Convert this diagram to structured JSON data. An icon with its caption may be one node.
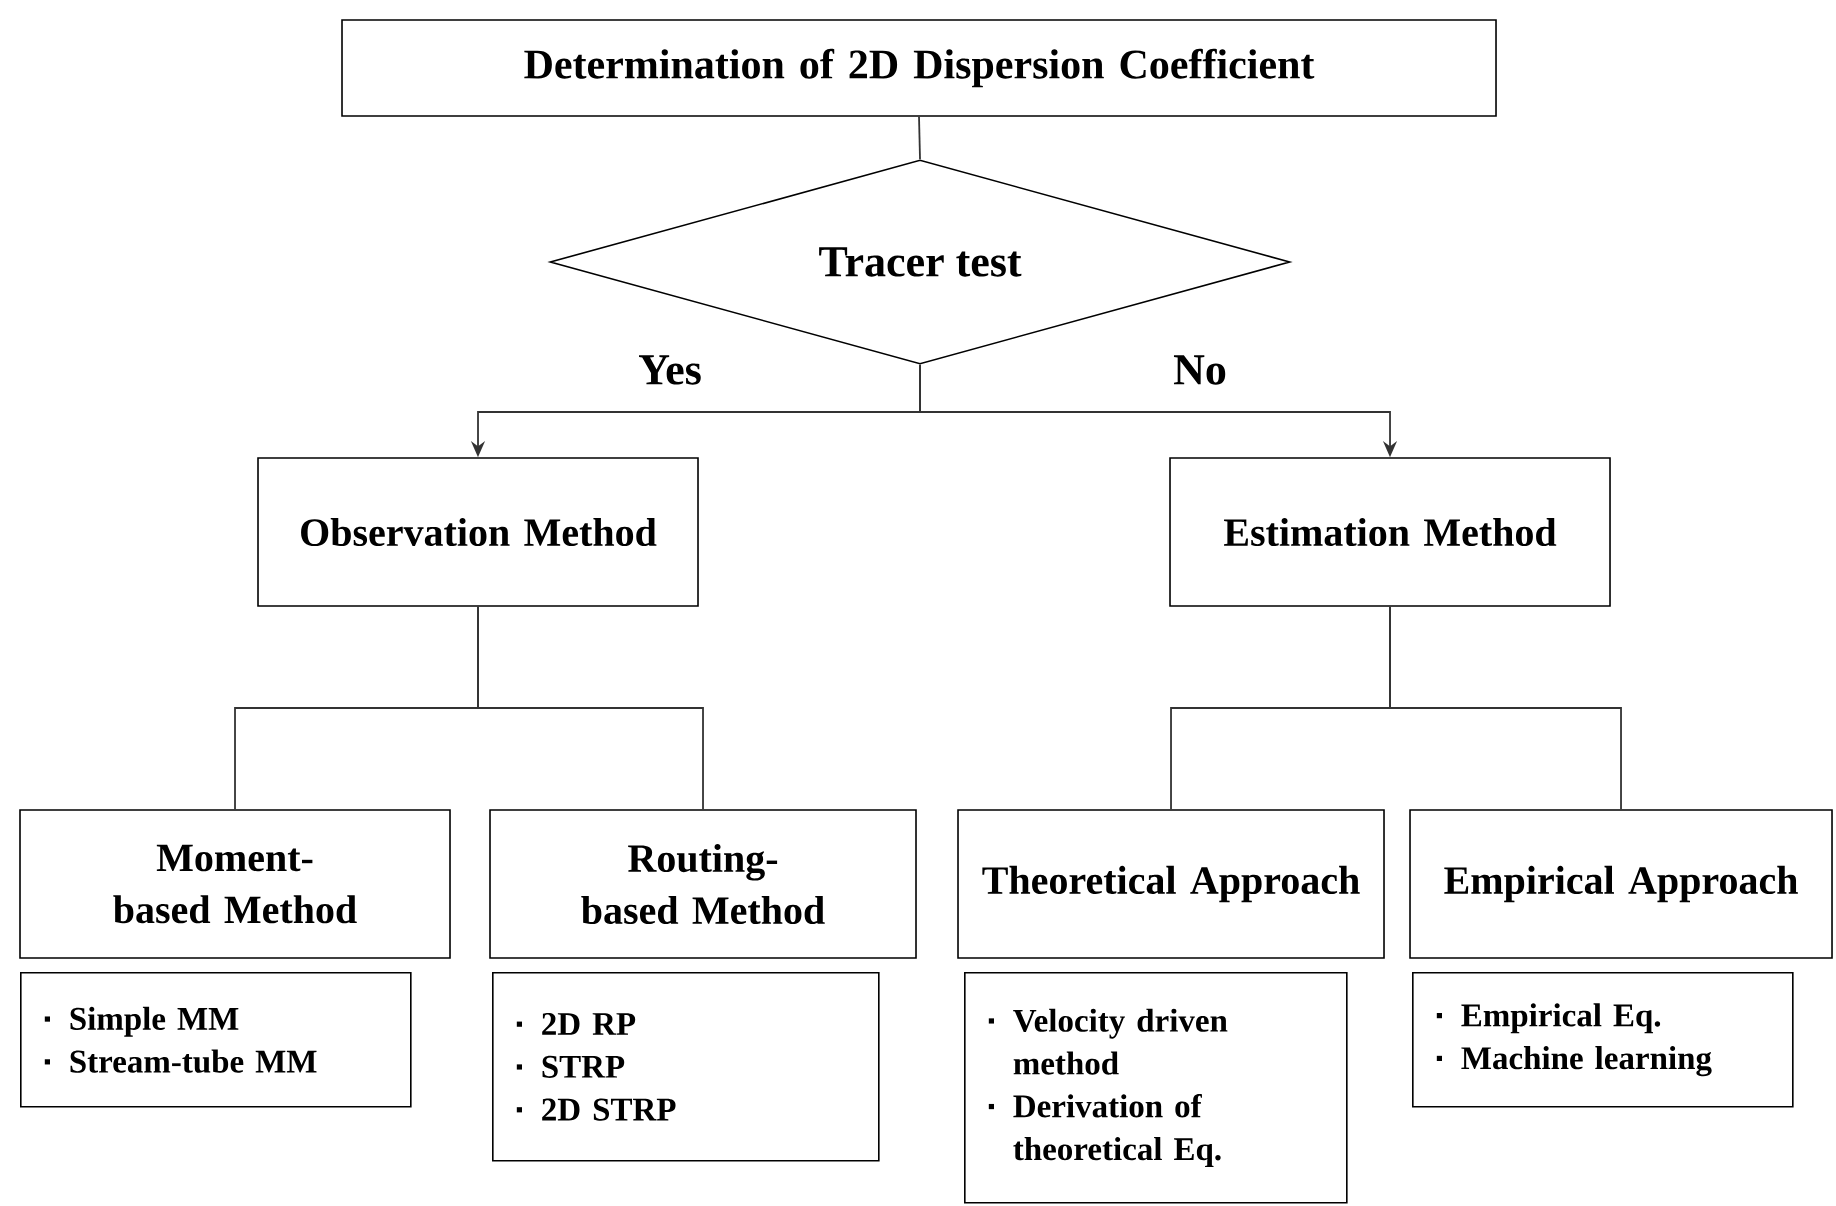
{
  "diagram": {
    "nodes": [
      {
        "text": [
          "Determination of 2D Dispersion Coefficient"
        ]
      },
      {
        "text": [
          "Tracer test"
        ]
      },
      {
        "text": [
          "Observation Method"
        ]
      },
      {
        "text": [
          "Estimation Method"
        ]
      },
      {
        "text": [
          "Moment-based Method"
        ]
      },
      {
        "text": [
          "Simple MM",
          "Stream-tube MM"
        ]
      },
      {
        "text": [
          "Routing-based Method"
        ]
      },
      {
        "text": [
          "2D RP",
          "STRP",
          "2D STRP"
        ]
      },
      {
        "text": [
          "Theoretical Approach"
        ]
      },
      {
        "text": [
          "Velocity driven method",
          "Derivation of theoretical Eq."
        ]
      },
      {
        "text": [
          "Empirical Approach"
        ]
      },
      {
        "text": [
          "Empirical Eq.",
          "Machine learning"
        ]
      }
    ],
    "edges": [
      {
        "from": 0,
        "to": 1,
        "arrow": "none"
      },
      {
        "from": 1,
        "to": 2,
        "arrow": "to",
        "label": "Yes"
      },
      {
        "from": 1,
        "to": 3,
        "arrow": "to",
        "label": "No"
      },
      {
        "from": 2,
        "to": 4,
        "arrow": "none"
      },
      {
        "from": 2,
        "to": 6,
        "arrow": "none"
      },
      {
        "from": 3,
        "to": 8,
        "arrow": "none"
      },
      {
        "from": 3,
        "to": 10,
        "arrow": "none"
      }
    ]
  }
}
